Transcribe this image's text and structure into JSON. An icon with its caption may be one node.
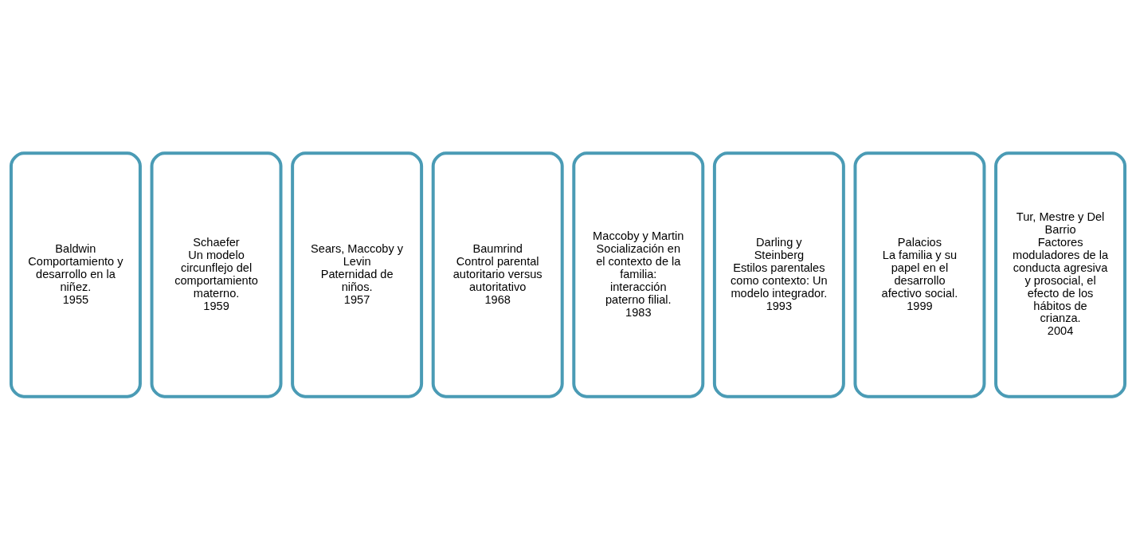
{
  "diagram": {
    "nodes": [
      {
        "text": [
          "Baldwin",
          "Comportamiento y desarrollo en la niñez.",
          "1955"
        ]
      },
      {
        "text": [
          "Schaefer",
          "Un modelo circunflejo del comportamiento materno.",
          "1959"
        ]
      },
      {
        "text": [
          "Sears, Maccoby y Levin",
          "Paternidad de niños.",
          "1957"
        ]
      },
      {
        "text": [
          "Baumrind",
          "Control parental autoritario versus autoritativo",
          "1968"
        ]
      },
      {
        "text": [
          "Maccoby y Martin",
          "Socialización en el contexto de la familia: interacción paterno filial.",
          "1983"
        ]
      },
      {
        "text": [
          "Darling y Steinberg",
          "Estilos parentales como contexto: Un modelo integrador.",
          "1993"
        ]
      },
      {
        "text": [
          "Palacios",
          "La familia y su papel en el desarrollo afectivo social.",
          "1999"
        ]
      },
      {
        "text": [
          "Tur, Mestre y Del Barrio",
          "Factores moduladores de la conducta agresiva y prosocial, el efecto de los hábitos de crianza.",
          "2004"
        ]
      }
    ],
    "edges": []
  }
}
